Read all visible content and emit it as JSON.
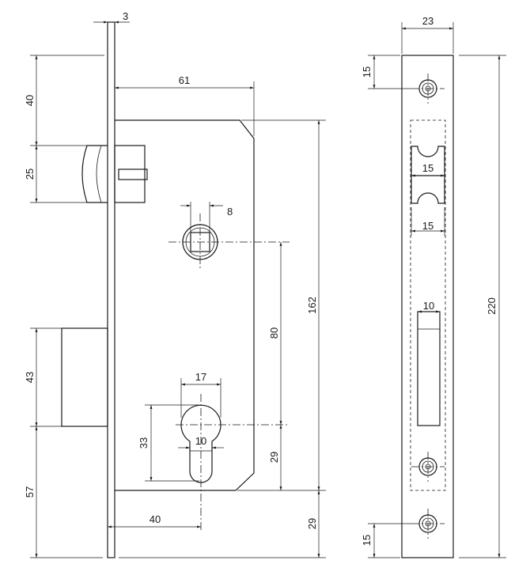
{
  "dimensions": {
    "faceplate_thickness": "3",
    "top_to_latch": "40",
    "latch_height": "25",
    "backset_case": "61",
    "spindle_square": "8",
    "case_height": "162",
    "centre_distance": "80",
    "cylinder_width": "17",
    "cylinder_height": "33",
    "cylinder_neck": "10",
    "deadbolt_height": "43",
    "cyl_to_case_bottom": "29",
    "bottom_to_deadbolt": "57",
    "backset": "40",
    "case_bottom_to_plate_bottom": "29",
    "faceplate_width": "23",
    "screw_top_offset": "15",
    "latch_slot_width": "15",
    "latch_slot_width_2": "15",
    "bolt_slot_width": "10",
    "faceplate_height": "220",
    "screw_bottom_offset": "15"
  }
}
